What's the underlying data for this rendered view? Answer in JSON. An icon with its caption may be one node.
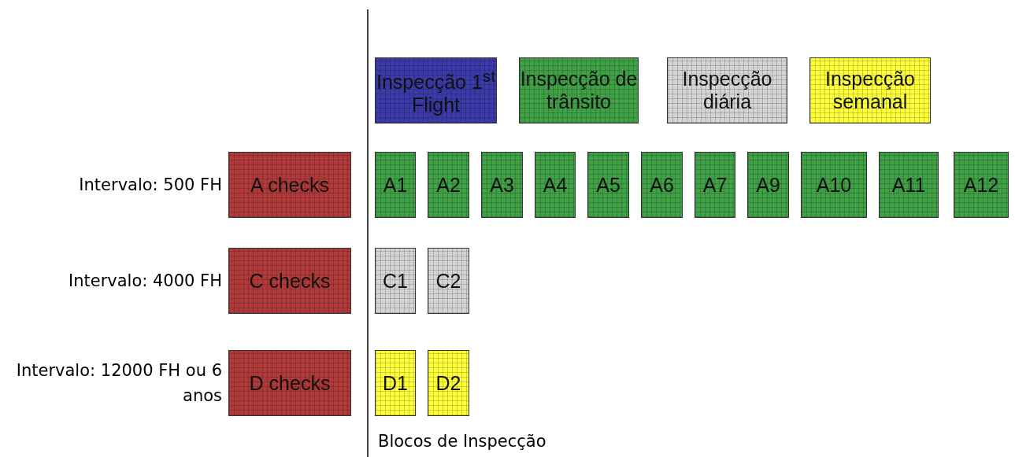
{
  "diagram": {
    "nodes": [
      {
        "text": [
          "Inspecção 1$^{st}$ Flight"
        ]
      },
      {
        "text": [
          "Inspecção de trânsito"
        ]
      },
      {
        "text": [
          "Inspecção diária"
        ]
      },
      {
        "text": [
          "Inspecção semanal"
        ]
      },
      {
        "text": [
          "A checks"
        ],
        "beside": [
          "Intervalo: 500 FH"
        ]
      },
      {
        "text": [
          "A1"
        ]
      },
      {
        "text": [
          "A2"
        ]
      },
      {
        "text": [
          "A3"
        ]
      },
      {
        "text": [
          "A4"
        ]
      },
      {
        "text": [
          "A5"
        ]
      },
      {
        "text": [
          "A6"
        ]
      },
      {
        "text": [
          "A7"
        ]
      },
      {
        "text": [
          "A9"
        ]
      },
      {
        "text": [
          "A10"
        ]
      },
      {
        "text": [
          "A11"
        ]
      },
      {
        "text": [
          "A12"
        ]
      },
      {
        "text": [
          "C checks"
        ],
        "beside": [
          "Intervalo: 4000 FH"
        ]
      },
      {
        "text": [
          "C1"
        ]
      },
      {
        "text": [
          "C2"
        ]
      },
      {
        "text": [
          "D checks"
        ],
        "beside": [
          "Intervalo: 12000 FH ou 6 anos"
        ]
      },
      {
        "text": [
          "D1"
        ]
      },
      {
        "text": [
          "D2"
        ]
      }
    ],
    "edges": [],
    "labels": [
      "Blocos de Inspecção"
    ]
  }
}
